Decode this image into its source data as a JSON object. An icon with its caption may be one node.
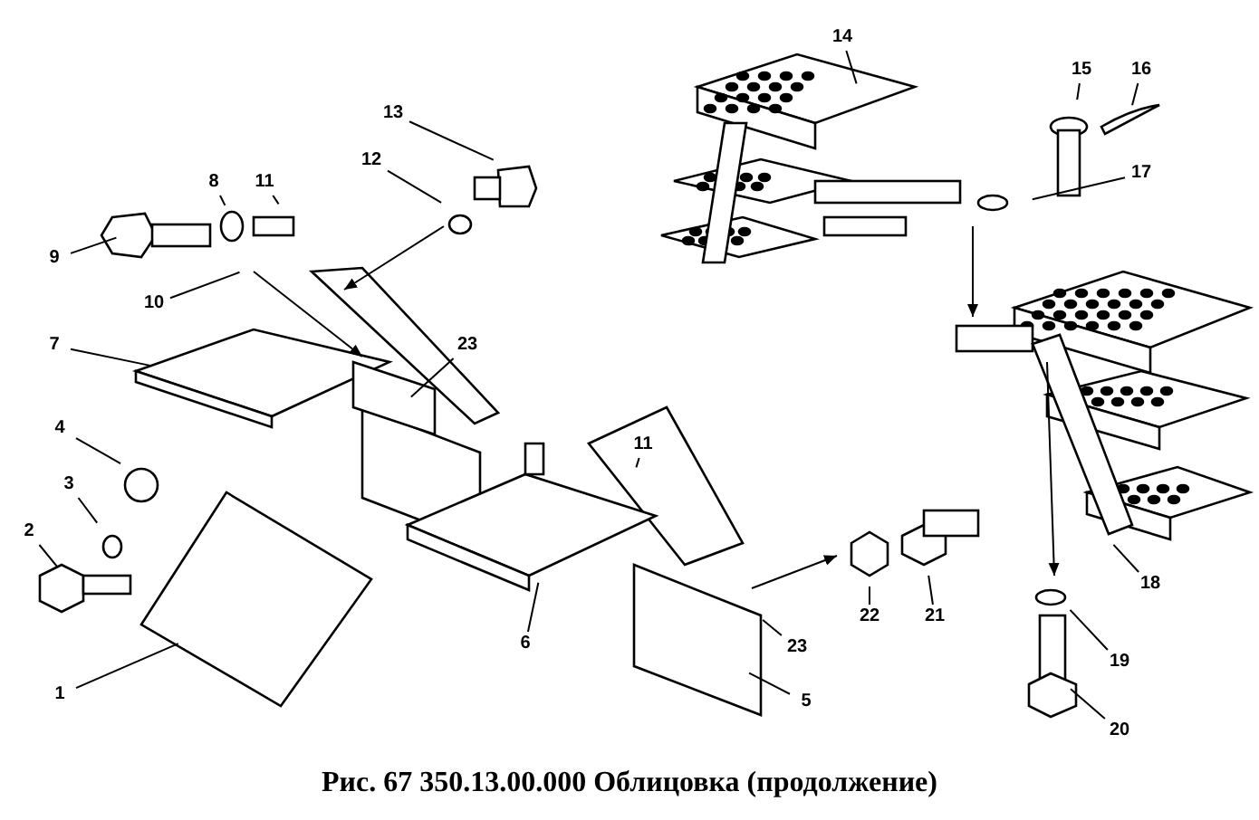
{
  "diagram": {
    "caption": "Рис. 67 350.13.00.000 Облицовка (продолжение)",
    "nodes": [
      {
        "text": [
          "14"
        ]
      },
      {
        "text": [
          "15"
        ]
      },
      {
        "text": [
          "16"
        ]
      },
      {
        "text": [
          "13"
        ]
      },
      {
        "text": [
          "17"
        ]
      },
      {
        "text": [
          "12"
        ]
      },
      {
        "text": [
          "8"
        ]
      },
      {
        "text": [
          "11"
        ]
      },
      {
        "text": [
          "9"
        ]
      },
      {
        "text": [
          "10"
        ]
      },
      {
        "text": [
          "7"
        ]
      },
      {
        "text": [
          "23"
        ]
      },
      {
        "text": [
          "4"
        ]
      },
      {
        "text": [
          "11"
        ]
      },
      {
        "text": [
          "3"
        ]
      },
      {
        "text": [
          "2"
        ]
      },
      {
        "text": [
          "21"
        ]
      },
      {
        "text": [
          "22"
        ]
      },
      {
        "text": [
          "18"
        ]
      },
      {
        "text": [
          "6"
        ]
      },
      {
        "text": [
          "23"
        ]
      },
      {
        "text": [
          "19"
        ]
      },
      {
        "text": [
          "1"
        ]
      },
      {
        "text": [
          "5"
        ]
      },
      {
        "text": [
          "20"
        ]
      }
    ],
    "edges": [
      {
        "from": 0,
        "to": null,
        "arrow": "none"
      },
      {
        "from": 1,
        "to": null,
        "arrow": "none"
      },
      {
        "from": 2,
        "to": null,
        "arrow": "none"
      },
      {
        "from": 3,
        "to": null,
        "arrow": "none"
      },
      {
        "from": 4,
        "to": null,
        "arrow": "none"
      },
      {
        "from": 5,
        "to": null,
        "arrow": "none"
      },
      {
        "from": 6,
        "to": null,
        "arrow": "none"
      },
      {
        "from": 7,
        "to": null,
        "arrow": "none"
      },
      {
        "from": 8,
        "to": null,
        "arrow": "none"
      },
      {
        "from": 9,
        "to": null,
        "arrow": "none"
      },
      {
        "from": 10,
        "to": null,
        "arrow": "none"
      },
      {
        "from": 11,
        "to": null,
        "arrow": "none"
      },
      {
        "from": 12,
        "to": null,
        "arrow": "none"
      },
      {
        "from": 13,
        "to": null,
        "arrow": "none"
      },
      {
        "from": 14,
        "to": null,
        "arrow": "none"
      },
      {
        "from": 15,
        "to": null,
        "arrow": "none"
      },
      {
        "from": 16,
        "to": null,
        "arrow": "none"
      },
      {
        "from": 17,
        "to": null,
        "arrow": "none"
      },
      {
        "from": 18,
        "to": null,
        "arrow": "none"
      },
      {
        "from": 19,
        "to": null,
        "arrow": "none"
      },
      {
        "from": 20,
        "to": null,
        "arrow": "none"
      },
      {
        "from": 21,
        "to": null,
        "arrow": "none"
      },
      {
        "from": 22,
        "to": null,
        "arrow": "none"
      },
      {
        "from": 23,
        "to": null,
        "arrow": "none"
      },
      {
        "from": 24,
        "to": null,
        "arrow": "none"
      }
    ]
  }
}
